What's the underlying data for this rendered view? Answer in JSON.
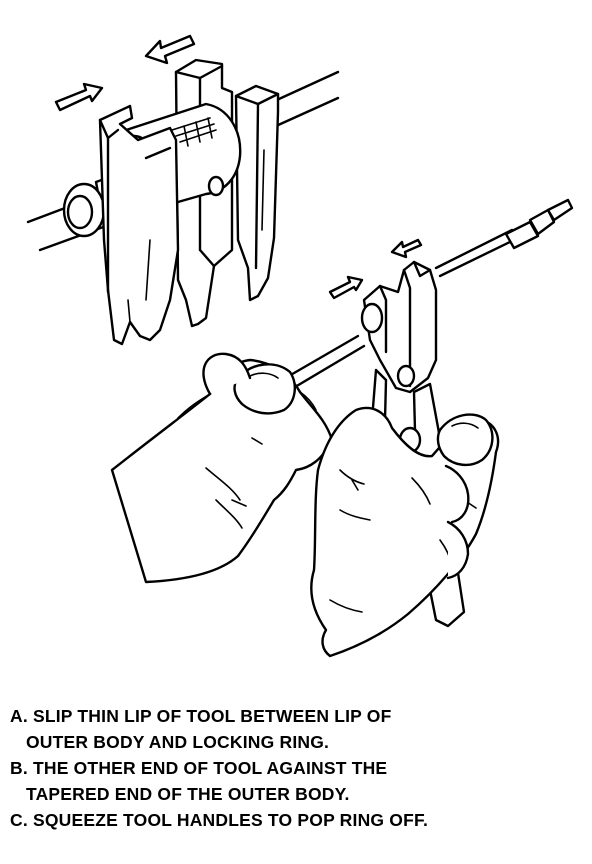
{
  "instructions": [
    {
      "lines": [
        "A. SLIP THIN LIP OF TOOL BETWEEN LIP OF",
        "OUTER BODY AND LOCKING RING."
      ]
    },
    {
      "lines": [
        "B. THE OTHER END OF TOOL AGAINST THE",
        "TAPERED END OF THE OUTER BODY."
      ]
    },
    {
      "lines": [
        "C. SQUEEZE TOOL HANDLES TO POP RING OFF."
      ]
    }
  ],
  "colors": {
    "ink": "#000000",
    "paper": "#ffffff"
  }
}
